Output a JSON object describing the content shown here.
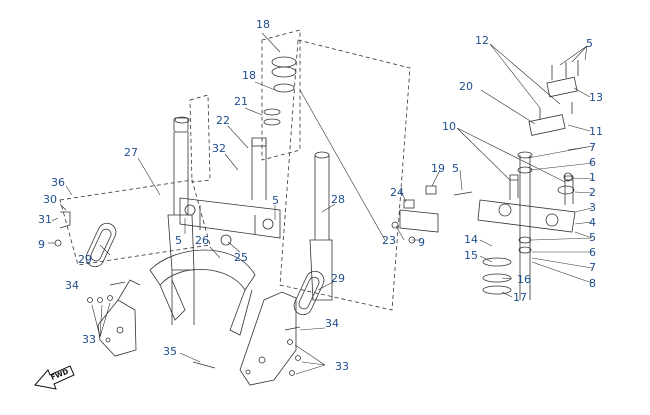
{
  "diagram": {
    "label_color": "#1f4e8c",
    "line_color": "#333333",
    "direction_arrow": {
      "icon": "forward-arrow-icon",
      "text": "FWD"
    },
    "labels": [
      "18",
      "18",
      "21",
      "22",
      "32",
      "27",
      "5",
      "36",
      "30",
      "31",
      "9",
      "29",
      "34",
      "33",
      "26",
      "25",
      "5",
      "28",
      "29",
      "34",
      "35",
      "33",
      "12",
      "5",
      "20",
      "13",
      "10",
      "11",
      "7",
      "6",
      "19",
      "5",
      "24",
      "1",
      "2",
      "3",
      "4",
      "5",
      "6",
      "23",
      "9",
      "14",
      "15",
      "7",
      "8",
      "16",
      "17"
    ]
  }
}
